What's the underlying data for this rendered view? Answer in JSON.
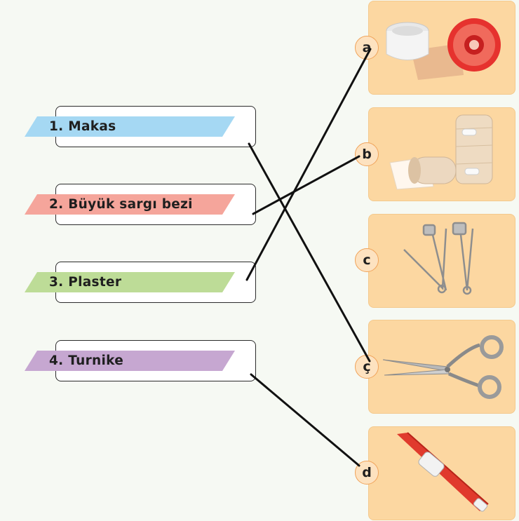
{
  "items": [
    {
      "label": "1. Makas",
      "color": "#a5d8f3"
    },
    {
      "label": "2. Büyük sargı bezi",
      "color": "#f5a59b"
    },
    {
      "label": "3. Plaster",
      "color": "#bddc97"
    },
    {
      "label": "4. Turnike",
      "color": "#c6a7d1"
    }
  ],
  "options": [
    {
      "letter": "a",
      "icon": "adhesive-tape-rolls-icon"
    },
    {
      "letter": "b",
      "icon": "bandage-rolls-icon"
    },
    {
      "letter": "c",
      "icon": "safety-pins-icon"
    },
    {
      "letter": "ç",
      "icon": "scissors-icon"
    },
    {
      "letter": "d",
      "icon": "tourniquet-icon"
    }
  ],
  "matches": [
    {
      "item": "1",
      "option": "ç"
    },
    {
      "item": "2",
      "option": "b"
    },
    {
      "item": "3",
      "option": "a"
    },
    {
      "item": "4",
      "option": "d"
    }
  ],
  "colors": {
    "card_bg": "#fcd7a1",
    "badge_border": "#f0a35a",
    "line": "#111111"
  }
}
